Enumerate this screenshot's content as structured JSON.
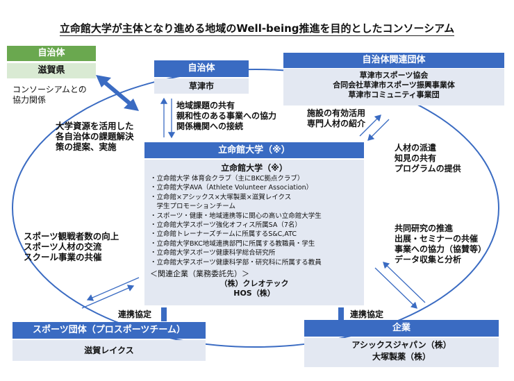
{
  "title": "立命館大学が主体となり進める地域のWell-being推進を目的としたコンソーシアム",
  "shiga": {
    "header": "自治体",
    "name": "滋賀県",
    "note_lines": [
      "コンソーシアムとの",
      "協力関係"
    ]
  },
  "kusatsu": {
    "header": "自治体",
    "name": "草津市"
  },
  "related": {
    "header": "自治体関連団体",
    "lines": [
      "草津市スポーツ協会",
      "合同会社草津市スポーツ振興事業体",
      "草津市コミュニティ事業団"
    ]
  },
  "labels": {
    "kusatsu_link": [
      "地域課題の共有",
      "親和性のある事業への協力",
      "関係機関への接続"
    ],
    "related_link": [
      "施設の有効活用",
      "専門人材の紹介"
    ],
    "left_top": [
      "大学資源を活用した",
      "各自治体の課題解決",
      "策の提案、実施"
    ],
    "left_bottom": [
      "スポーツ観戦者数の向上",
      "スポーツ人材の交流",
      "スクール事業の共催"
    ],
    "right_top": [
      "人材の派遣",
      "知見の共有",
      "プログラムの提供"
    ],
    "right_bottom": [
      "共同研究の推進",
      "出展・セミナーの共催",
      "事業への協力（協賛等）",
      "データ収集と分析"
    ],
    "partner_left": "連携協定",
    "partner_right": "連携協定"
  },
  "ritsumeikan": {
    "header": "立命館大学（※）",
    "subtitle": "立命館大学（※）",
    "items": [
      "・立命館大学 体育会クラブ（主にBKC拠点クラブ）",
      "・立命館大学AVA（Athlete Volunteer Association）",
      "・立命館×アシックス×大塚製薬×滋賀レイクス",
      "　学生プロモーションチーム",
      "・スポーツ・健康・地域連携等に関心の高い立命館大学生",
      "・立命館大学スポーツ強化オフィス所属SA（7名）",
      "・立命館トレーナーズチームに所属するS&C,ATC",
      "・立命館大学BKC地域連携部門に所属する教職員・学生",
      "・立命館大学スポーツ健康科学総合研究所",
      "・立命館大学スポーツ健康科学部・研究科に所属する教員"
    ],
    "related_title": "＜関連企業（業務委託先）＞",
    "companies": [
      "（株）クレオテック",
      "HOS（株）"
    ]
  },
  "sports": {
    "header": "スポーツ団体（プロスポーツチーム）",
    "name": "滋賀レイクス"
  },
  "company": {
    "header": "企業",
    "names": [
      "アシックスジャパン（株）",
      "大塚製薬（株）"
    ]
  },
  "colors": {
    "green_header": "#6aa84f",
    "green_body": "#d9ead3",
    "blue_header": "#3a6bc2",
    "box_body": "#e3e8f2",
    "ellipse": "#3a6bc2"
  }
}
